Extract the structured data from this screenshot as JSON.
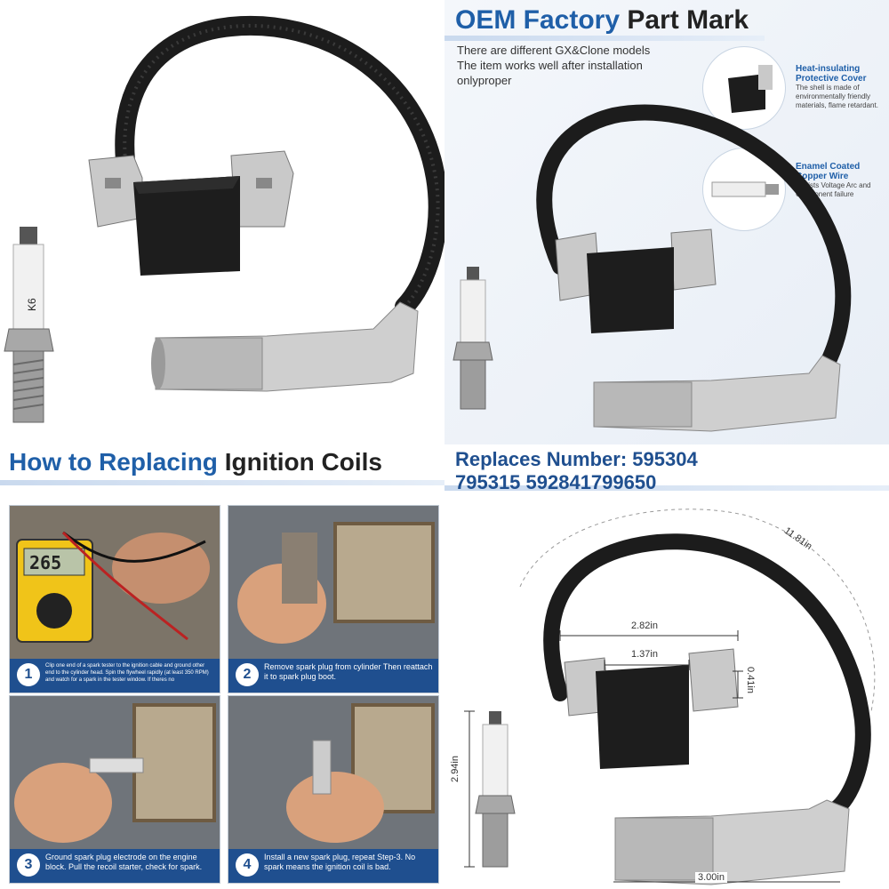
{
  "panel1": {},
  "panel2": {
    "title_blue": "OEM Factory",
    "title_dark": "Part Mark",
    "lines": [
      "There are different GX&Clone models",
      "The item works well after installation",
      "onlyproper"
    ],
    "callout1": {
      "title": "Heat-insulating Protective Cover",
      "text": "The shell is made of environmentally friendly materials, flame retardant."
    },
    "callout2": {
      "title": "Enamel Coated Copper Wire",
      "text": "Resists Voltage Arc and Component failure"
    }
  },
  "panel3": {
    "title_blue": "How to Replacing",
    "title_dark": "Ignition Coils",
    "meter_reading": "265",
    "steps": [
      {
        "num": "1",
        "text": "Clip one end of a spark tester to the ignition cable and ground other end to the cylinder head. Spin the flywheel rapidly (at least 350 RPM) and watch for a spark in the tester window. If theres no"
      },
      {
        "num": "2",
        "text": "Remove spark plug from cylinder Then reattach it to spark plug boot."
      },
      {
        "num": "3",
        "text": "Ground spark plug electrode on the engine block. Pull the recoil starter, check for spark."
      },
      {
        "num": "4",
        "text": "Install a new spark plug, repeat Step-3. No spark means the ignition coil is bad."
      }
    ]
  },
  "panel4": {
    "title_line1": "Replaces Number: 595304",
    "title_line2": "795315 592841799650",
    "dims": {
      "length": "11.81in",
      "width_outer": "2.82in",
      "width_inner": "1.37in",
      "height_small": "0.41in",
      "plug_height": "2.94in",
      "bottom": "3.00in"
    }
  },
  "colors": {
    "brand_blue": "#1f5fa8",
    "step_bar": "#1f4f8f"
  }
}
